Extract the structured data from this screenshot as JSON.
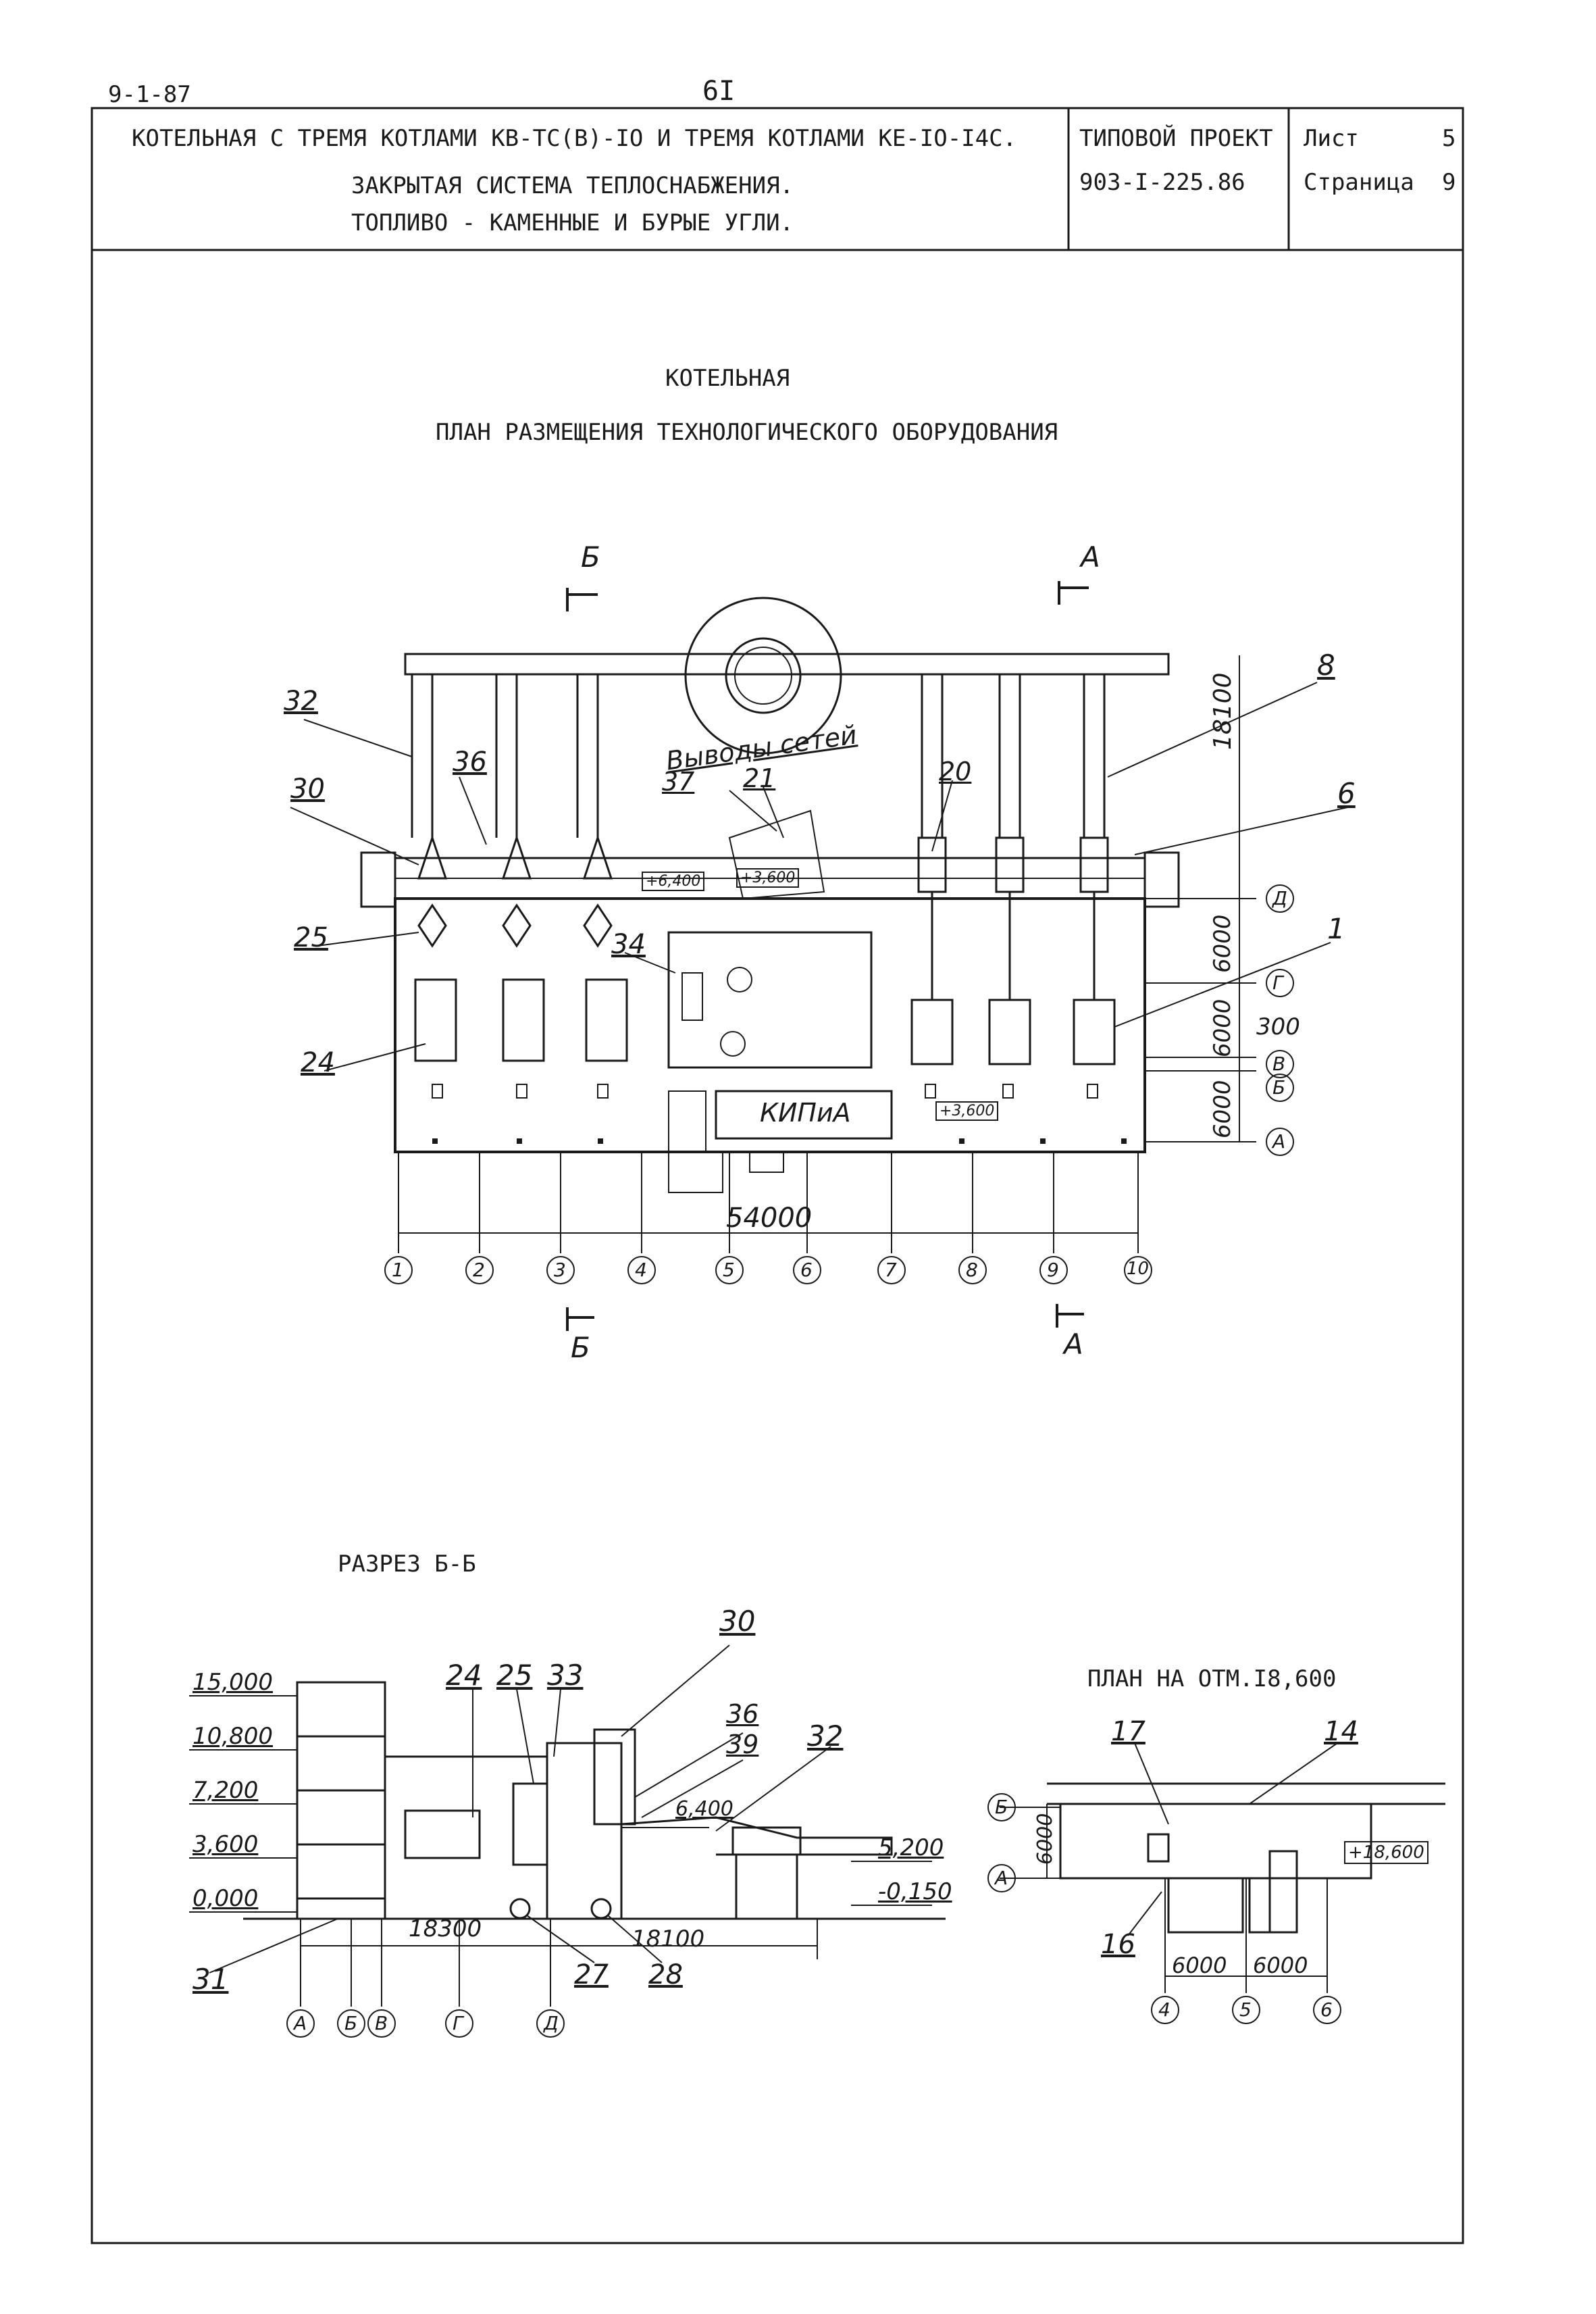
{
  "sheet_code": "9-1-87",
  "page_number": "6I",
  "title_block": {
    "line1": "КОТЕЛЬНАЯ С ТРЕМЯ КОТЛАМИ КВ-ТС(В)-IO И ТРЕМЯ КОТЛАМИ КЕ-IO-I4C.",
    "line2": "ЗАКРЫТАЯ СИСТЕМА ТЕПЛОСНАБЖЕНИЯ.",
    "line3": "ТОПЛИВО - КАМЕННЫЕ И БУРЫЕ УГЛИ.",
    "project_label": "ТИПОВОЙ ПРОЕКТ",
    "project_number": "903-I-225.86",
    "sheet_label": "Лист",
    "sheet_value": "5",
    "page_label": "Страница",
    "page_value": "9"
  },
  "drawing_title": {
    "line1": "КОТЕЛЬНАЯ",
    "line2": "ПЛАН РАЗМЕЩЕНИЯ ТЕХНОЛОГИЧЕСКОГО ОБОРУДОВАНИЯ"
  },
  "plan": {
    "section_marks": [
      "Б",
      "А",
      "Б",
      "А"
    ],
    "callouts": [
      "32",
      "36",
      "30",
      "25",
      "24",
      "34",
      "37",
      "21",
      "20",
      "8",
      "6",
      "1"
    ],
    "outlets_label": "Выводы сетей",
    "room_label": "КИПиА",
    "elevations": [
      "+6,400",
      "+3,600",
      "+3,600"
    ],
    "overall_dim": "54000",
    "depth_dim": "18100",
    "bay_dims": [
      "6000",
      "6000",
      "6000"
    ],
    "gap_dim": "300",
    "axes_numeric": [
      "1",
      "2",
      "3",
      "4",
      "5",
      "6",
      "7",
      "8",
      "9",
      "10"
    ],
    "axes_letter": [
      "Д",
      "Г",
      "В",
      "Б",
      "А"
    ]
  },
  "section": {
    "title": "РАЗРЕЗ Б-Б",
    "levels": [
      "15,000",
      "10,800",
      "7,200",
      "3,600",
      "0,000"
    ],
    "right_levels": [
      "5,200",
      "-0,150"
    ],
    "elev_64": "6,400",
    "callouts": [
      "24",
      "25",
      "33",
      "30",
      "36",
      "39",
      "32",
      "31",
      "27",
      "28"
    ],
    "dims": [
      "18300",
      "18100"
    ],
    "axes": [
      "А",
      "Б",
      "В",
      "Г",
      "Д"
    ]
  },
  "mini_plan": {
    "title": "ПЛАН НА ОТМ.I8,600",
    "callouts": [
      "17",
      "14",
      "16"
    ],
    "elevation": "+18,600",
    "dims": [
      "6000",
      "6000",
      "6000"
    ],
    "axes_letter": [
      "Б",
      "А"
    ],
    "axes_numeric": [
      "4",
      "5",
      "6"
    ]
  }
}
